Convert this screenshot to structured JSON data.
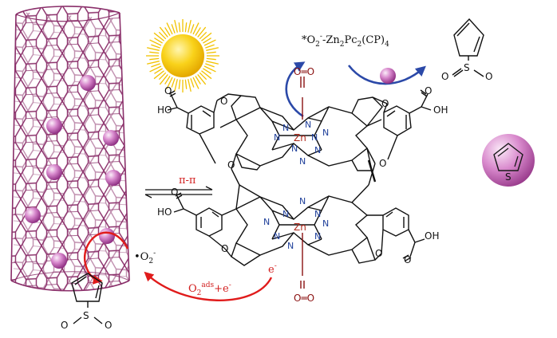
{
  "colors": {
    "nanotube": "#8a2f6a",
    "sphere_light": "#f6d9f1",
    "sphere_dark": "#9c3c8f",
    "sun_core": "#f5c400",
    "sun_rays": "#f2c200",
    "blue_arrow": "#2b49a8",
    "red_arrow": "#e01b1b",
    "nitrogen": "#1f3f9a",
    "zinc": "#b02a1c",
    "oxygen_bond": "#8a1010"
  },
  "icons": {
    "sun": "sun-icon",
    "pollutant_molecule": "thiophene-sphere-icon"
  },
  "labels": {
    "pi_pi": "π-π",
    "top_reaction": {
      "prefix": "*O",
      "sub": "2",
      "sup": "-",
      "rest": "-Zn",
      "sub2": "2",
      "rest2": "Pc",
      "sub3": "2",
      "rest3": "(CP)",
      "sub4": "4"
    },
    "o2_radical": {
      "base": "•O",
      "sub": "2",
      "sup": "-"
    },
    "electron": {
      "base": "e",
      "sup": "-"
    },
    "adsorption": {
      "base": "O",
      "sub": "2",
      "sup": "ads",
      "rest": "+e",
      "sup2": "-"
    },
    "oxygen_top": "O═O",
    "oxygen_bottom": "O═O",
    "zinc": "Zn",
    "nitrogen": "N",
    "oxygen": "O",
    "sulfur": "S",
    "hydroxyl_left": "HO",
    "hydroxyl_right": "OH"
  }
}
